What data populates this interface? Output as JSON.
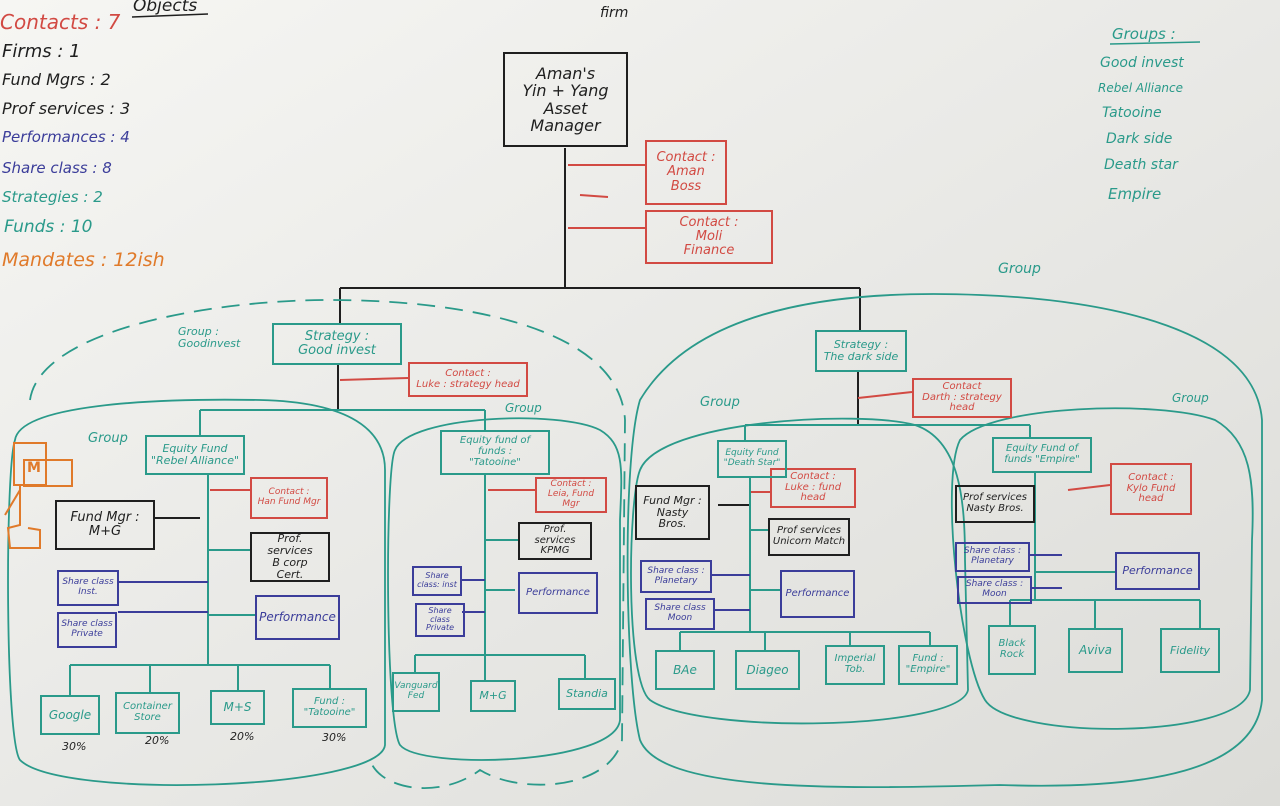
{
  "colors": {
    "black": "#1f1f1f",
    "red": "#d24a43",
    "teal": "#2a9a8a",
    "blue": "#3b3d9a",
    "orange": "#e07a2a",
    "board": "#e9e9e6"
  },
  "objects": {
    "title": "Objects",
    "contacts": "Contacts : 7",
    "firms": "Firms : 1",
    "fund_mgrs": "Fund Mgrs : 2",
    "prof_services": "Prof services : 3",
    "performances": "Performances : 4",
    "share_class": "Share class : 8",
    "strategies": "Strategies : 2",
    "funds": "Funds : 10",
    "mandates": "Mandates : 12ish"
  },
  "groups_list": {
    "title": "Groups :",
    "items": [
      "Good invest",
      "Rebel Alliance",
      "Tatooine",
      "Dark side",
      "Death star",
      "Empire"
    ]
  },
  "labels": {
    "firm_tag": "firm",
    "group_top": "Group",
    "group_left": "Group :\nGoodinvest",
    "group_equity1": "Group",
    "group_tatooine": "Group",
    "group_dark": "Group",
    "group_empire": "Group",
    "mandate_pct": [
      "30%",
      "20%",
      "20%",
      "30%"
    ]
  },
  "firm": {
    "text": "Aman's\nYin + Yang\nAsset Manager"
  },
  "contacts": {
    "aman": "Contact :\nAman\nBoss",
    "moli": "Contact :\nMoli\nFinance",
    "luke_strat": "Contact :\nLuke : strategy head",
    "han": "Contact :\nHan Fund Mgr",
    "leia": "Contact :\nLeia, Fund Mgr",
    "darth": "Contact\nDarth : strategy head",
    "luke_fund": "Contact :\nLuke : fund head",
    "kylo": "Contact :\nKylo Fund head"
  },
  "strategies": {
    "good": "Strategy :\nGood invest",
    "dark": "Strategy :\nThe dark side"
  },
  "funds": {
    "rebel": "Equity Fund\n\"Rebel Alliance\"",
    "tatooine": "Equity fund of\nfunds :\n\"Tatooine\"",
    "death": "Equity Fund\n\"Death Star\"",
    "empire": "Equity Fund of\nfunds \"Empire\""
  },
  "fund_mgrs": {
    "mg": "Fund Mgr :\nM+G",
    "nasty": "Fund Mgr :\nNasty\nBros."
  },
  "prof_services": {
    "bcorp": "Prof. services\nB corp\nCert.",
    "kpmg": "Prof. services\nKPMG",
    "unicorn": "Prof services\nUnicorn Match",
    "nasty": "Prof services\nNasty Bros."
  },
  "performance": {
    "p1": "Performance",
    "p2": "Performance",
    "p3": "Performance",
    "p4": "Performance"
  },
  "share_classes": {
    "inst": "Share class\nInst.",
    "private": "Share class\nPrivate",
    "inst2": "Share\nclass: inst",
    "private2": "Share class\nPrivate",
    "planetary": "Share class :\nPlanetary",
    "moon": "Share class\nMoon",
    "planetary2": "Share class :\nPlanetary",
    "moon2": "Share class :\nMoon"
  },
  "mandates": {
    "google": "Google",
    "container": "Container\nStore",
    "ms": "M+S",
    "fund_tatooine": "Fund :\n\"Tatooine\"",
    "vanguard": "Vanguard\nFed",
    "mg": "M+G",
    "standia": "Standia",
    "bae": "BAe",
    "diageo": "Diageo",
    "imperial": "Imperial\nTob.",
    "fund_empire": "Fund :\n\"Empire\"",
    "blackrock": "Black\nRock",
    "aviva": "Aviva",
    "fidelity": "Fidelity"
  },
  "sketch": {
    "text": "M"
  }
}
